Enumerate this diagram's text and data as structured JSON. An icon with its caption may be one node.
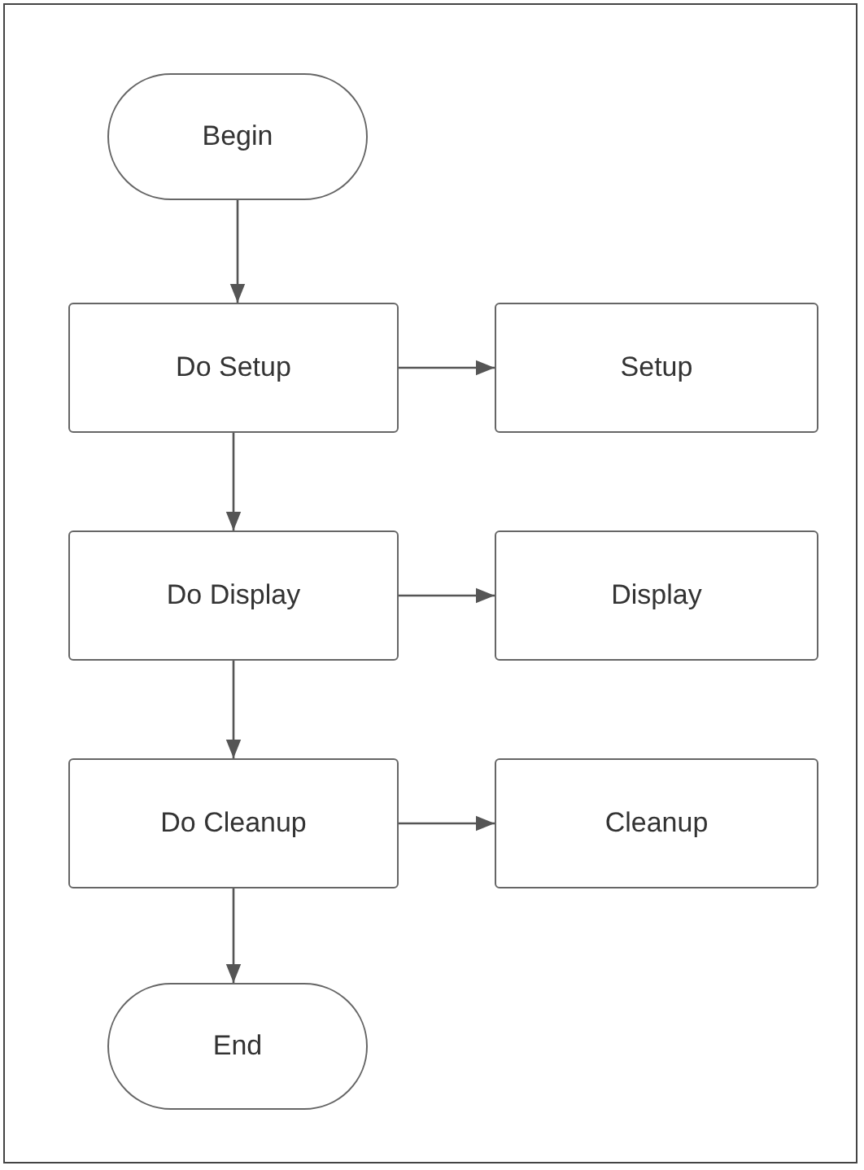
{
  "diagram": {
    "nodes": [
      {
        "text": [
          "Begin"
        ]
      },
      {
        "text": [
          "Do Setup"
        ]
      },
      {
        "text": [
          "Setup"
        ]
      },
      {
        "text": [
          "Do Display"
        ]
      },
      {
        "text": [
          "Display"
        ]
      },
      {
        "text": [
          "Do Cleanup"
        ]
      },
      {
        "text": [
          "Cleanup"
        ]
      },
      {
        "text": [
          "End"
        ]
      }
    ],
    "edges": [
      {
        "from": 0,
        "to": 1,
        "arrow": "to"
      },
      {
        "from": 1,
        "to": 2,
        "arrow": "to"
      },
      {
        "from": 1,
        "to": 3,
        "arrow": "to"
      },
      {
        "from": 3,
        "to": 4,
        "arrow": "to"
      },
      {
        "from": 3,
        "to": 5,
        "arrow": "to"
      },
      {
        "from": 5,
        "to": 6,
        "arrow": "to"
      },
      {
        "from": 5,
        "to": 7,
        "arrow": "to"
      }
    ]
  }
}
